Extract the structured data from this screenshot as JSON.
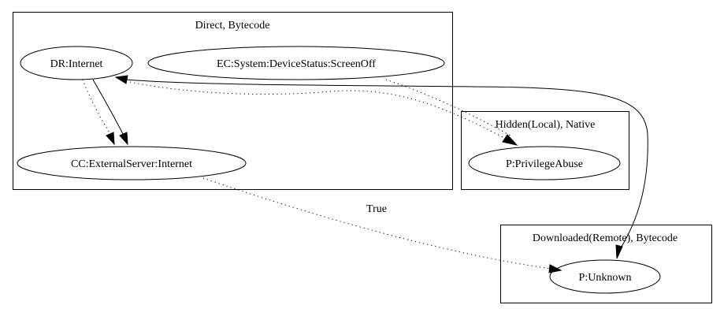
{
  "clusters": {
    "direct": {
      "label": "Direct, Bytecode"
    },
    "hidden": {
      "label": "Hidden(Local), Native"
    },
    "downloaded": {
      "label": "Downloaded(Remote), Bytecode"
    }
  },
  "nodes": {
    "dr_internet": {
      "label": "DR:Internet"
    },
    "ec_screenoff": {
      "label": "EC:System:DeviceStatus:ScreenOff"
    },
    "cc_external": {
      "label": "CC:ExternalServer:Internet"
    },
    "p_privilege": {
      "label": "P:PrivilegeAbuse"
    },
    "p_unknown": {
      "label": "P:Unknown"
    }
  },
  "edges": {
    "cc_to_unknown": {
      "label": "True"
    }
  }
}
